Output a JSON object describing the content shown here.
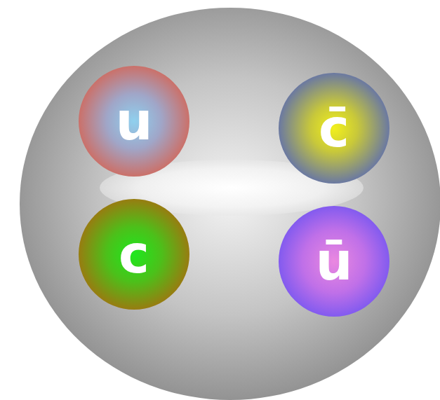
{
  "diagram": {
    "nodes": [
      {
        "text": [
          "u"
        ]
      },
      {
        "text": [
          "c̄"
        ]
      },
      {
        "text": [
          "c"
        ]
      },
      {
        "text": [
          "ū"
        ]
      }
    ]
  }
}
